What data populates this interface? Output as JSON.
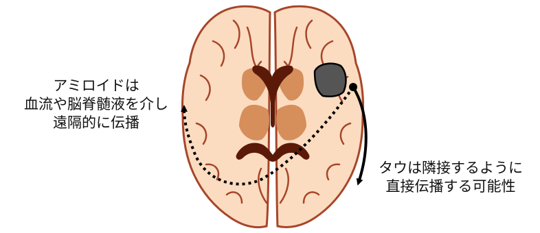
{
  "diagram": {
    "colors": {
      "brain_fill": "#fbdcc0",
      "brain_outline": "#a7452a",
      "deep_structure": "#d68e5b",
      "ventricle": "#5b1a08",
      "lesion_fill": "#555555",
      "arrow": "#000000",
      "text": "#111111"
    },
    "amyloid_label": {
      "lines": [
        "アミロイドは",
        "血流や脳脊髄液を介し",
        "遠隔的に伝播"
      ]
    },
    "tau_label": {
      "lines": [
        "タウは隣接するように",
        "直接伝播する可能性"
      ]
    },
    "legend": {
      "dotted_arrow": "remote-spread-arrow",
      "solid_arrow": "adjacent-spread-arrow"
    }
  }
}
